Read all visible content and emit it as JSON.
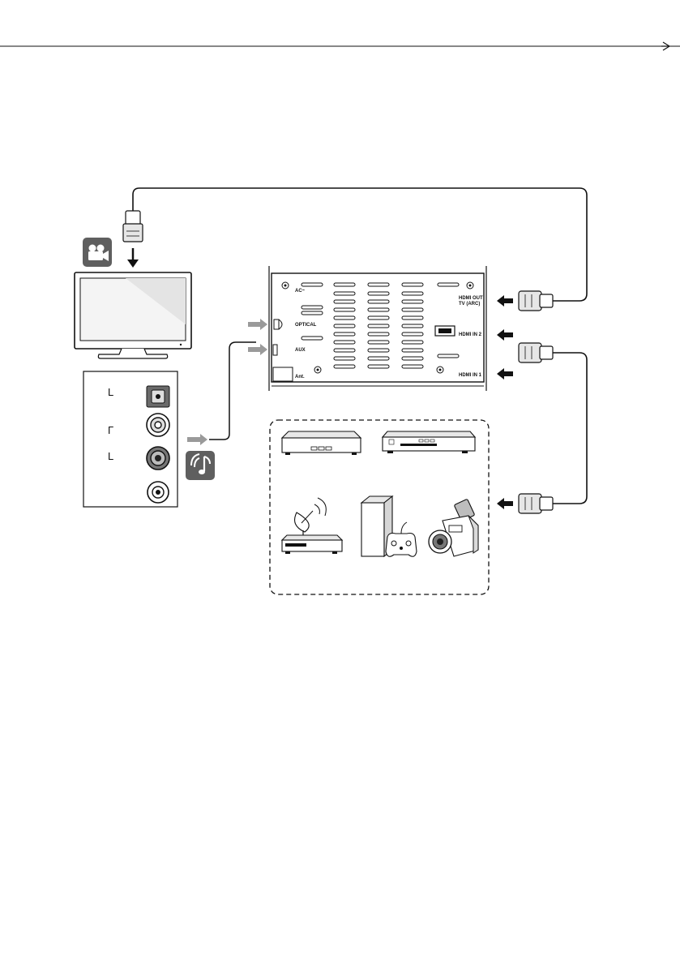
{
  "soundbar_rear_panel": {
    "ac_label": "AC~",
    "optical_label": "OPTICAL",
    "aux_label": "AUX",
    "antenna_label": "Ant.",
    "hdmi_out_label_line1": "HDMI OUT",
    "hdmi_out_label_line2": "TV (ARC)",
    "hdmi_in2_label": "HDMI IN 2",
    "hdmi_in1_label": "HDMI IN 1"
  },
  "tv_audio_panel": {
    "row1_label": "L",
    "row2_label": "Γ",
    "row3_label": "L"
  },
  "icons": [
    "video-camera-icon",
    "music-note-icon",
    "arrow-icon"
  ],
  "colors": {
    "line": "#111111",
    "arrow_gray": "#9a9a9a",
    "icon_bg": "#5f5f5f"
  }
}
